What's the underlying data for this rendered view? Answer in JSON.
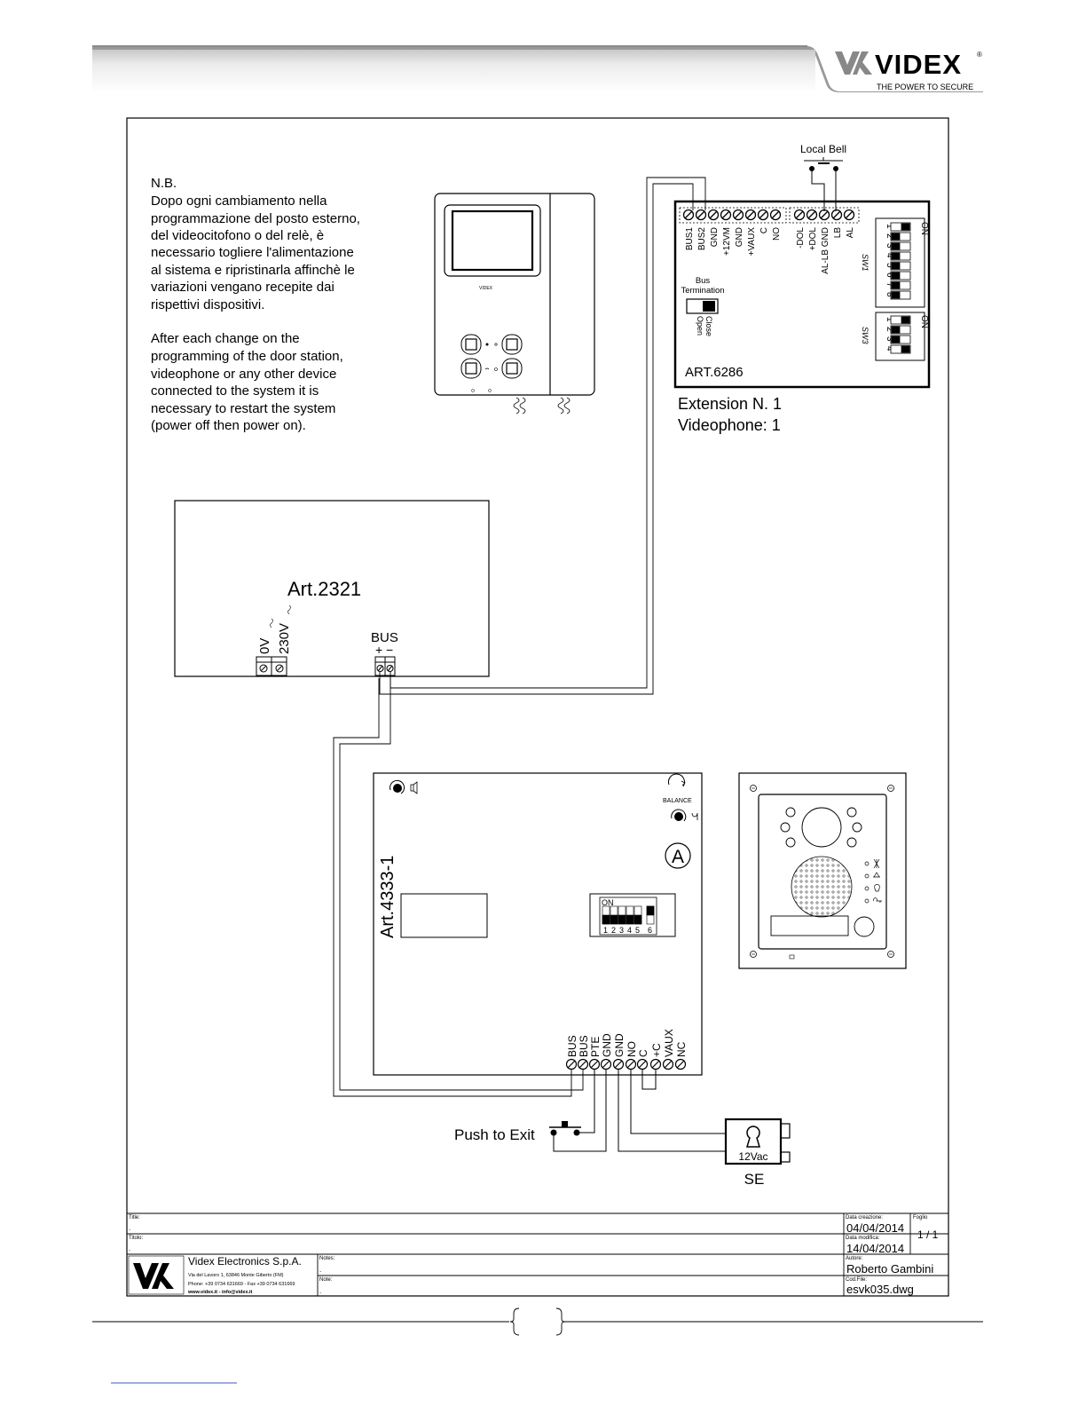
{
  "header": {
    "brand": "VIDEX",
    "tagline": "THE POWER TO SECURE",
    "registered": "®"
  },
  "notes": {
    "nb": "N.B.",
    "italian": [
      "Dopo ogni cambiamento nella",
      "programmazione del posto esterno,",
      "del videocitofono o del relè, è",
      "necessario togliere l'alimentazione",
      "al sistema e ripristinarla affinchè le",
      "variazioni vengano recepite dai",
      "rispettivi dispositivi."
    ],
    "english": [
      "After each change on the",
      "programming of the door station,",
      "videophone or any other device",
      "connected to the system it is",
      "necessary to restart the system",
      "(power off then power on)."
    ]
  },
  "videophone": {
    "logo": "VIDEX"
  },
  "local_bell": {
    "label": "Local Bell"
  },
  "art6286": {
    "label": "ART.6286",
    "terminals_left": [
      "BUS1",
      "BUS2",
      "GND",
      "+12VM",
      "GND",
      "+VAUX",
      "C",
      "NO"
    ],
    "terminals_right": [
      "-DOL",
      "+DOL",
      "AL-LB GND",
      "LB",
      "AL"
    ],
    "bus_termination": [
      "Bus",
      "Termination"
    ],
    "jumper_open": "Open",
    "jumper_close": "Close",
    "sw1": {
      "label": "SW1",
      "on": "ON",
      "numbers": [
        "1",
        "2",
        "3",
        "4",
        "5",
        "6",
        "7",
        "8"
      ]
    },
    "sw3": {
      "label": "SW3",
      "on": "ON",
      "numbers": [
        "1",
        "2",
        "3",
        "4"
      ]
    },
    "extension": "Extension N. 1",
    "videophone": "Videophone: 1"
  },
  "art2321": {
    "label": "Art.2321",
    "input_0v": "0V",
    "input_230v": "230V",
    "bus": "BUS",
    "bus_plus": "+",
    "bus_minus": "−"
  },
  "art4333": {
    "label": "Art.4333-1",
    "balance": "BALANCE",
    "a": "A",
    "dip_on": "ON",
    "dip_numbers": [
      "1",
      "2",
      "3",
      "4",
      "5",
      "6"
    ],
    "terminals": [
      "BUS",
      "BUS",
      "PTE",
      "GND",
      "GND",
      "NO",
      "C",
      "+C",
      "VAUX",
      "NC"
    ]
  },
  "push_to_exit": "Push to Exit",
  "lock": {
    "voltage": "12Vac",
    "label": "SE"
  },
  "title_block": {
    "title_cap": "Title:",
    "titolo_cap": "Titolo:",
    "dot": ".",
    "created_cap": "Data creazione:",
    "created": "04/04/2014",
    "sheet_cap": "Foglio",
    "sheet": "1 / 1",
    "modified_cap": "Data modifica:",
    "modified": "14/04/2014",
    "company": "Videx Electronics S.p.A.",
    "address": "Via del Lavoro 1, 63846 Monte Giberto (FM)",
    "phone": "Phone: +39 0734 631669 - Fax +39 0734 631669",
    "web": "www.videx.it - info@videx.it",
    "notes_cap": "Notes:",
    "note_cap": "Note:",
    "author_cap": "Autore:",
    "author": "Roberto Gambini",
    "file_cap": "Cod.File:",
    "file": "esvk035.dwg"
  }
}
